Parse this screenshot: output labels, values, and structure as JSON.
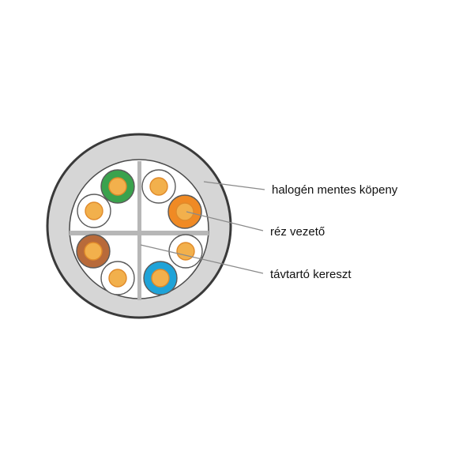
{
  "labels": {
    "sheath": "halogén mentes köpeny",
    "conductor": "réz vezető",
    "spacer": "távtartó kereszt"
  },
  "colors": {
    "jacket": "#d6d6d6",
    "jacket_stroke": "#3a3a3a",
    "inner": "#ffffff",
    "cross": "#b7b7b7",
    "leader": "#8a8a8a",
    "copper_core": "#f2b04c",
    "copper_ring": "#e08a2a",
    "green": "#3aa24d",
    "orange": "#f08a24",
    "brown": "#b86a3a",
    "blue": "#1fa3d8",
    "white_insulation": "#ffffff"
  },
  "wires": [
    {
      "name": "wire-green",
      "fill": "green"
    },
    {
      "name": "wire-white-top-right",
      "fill": "white_insulation"
    },
    {
      "name": "wire-white-left-top",
      "fill": "white_insulation"
    },
    {
      "name": "wire-orange",
      "fill": "orange"
    },
    {
      "name": "wire-brown",
      "fill": "brown"
    },
    {
      "name": "wire-white-right-bottom",
      "fill": "white_insulation"
    },
    {
      "name": "wire-white-bottom-left",
      "fill": "white_insulation"
    },
    {
      "name": "wire-blue",
      "fill": "blue"
    }
  ]
}
